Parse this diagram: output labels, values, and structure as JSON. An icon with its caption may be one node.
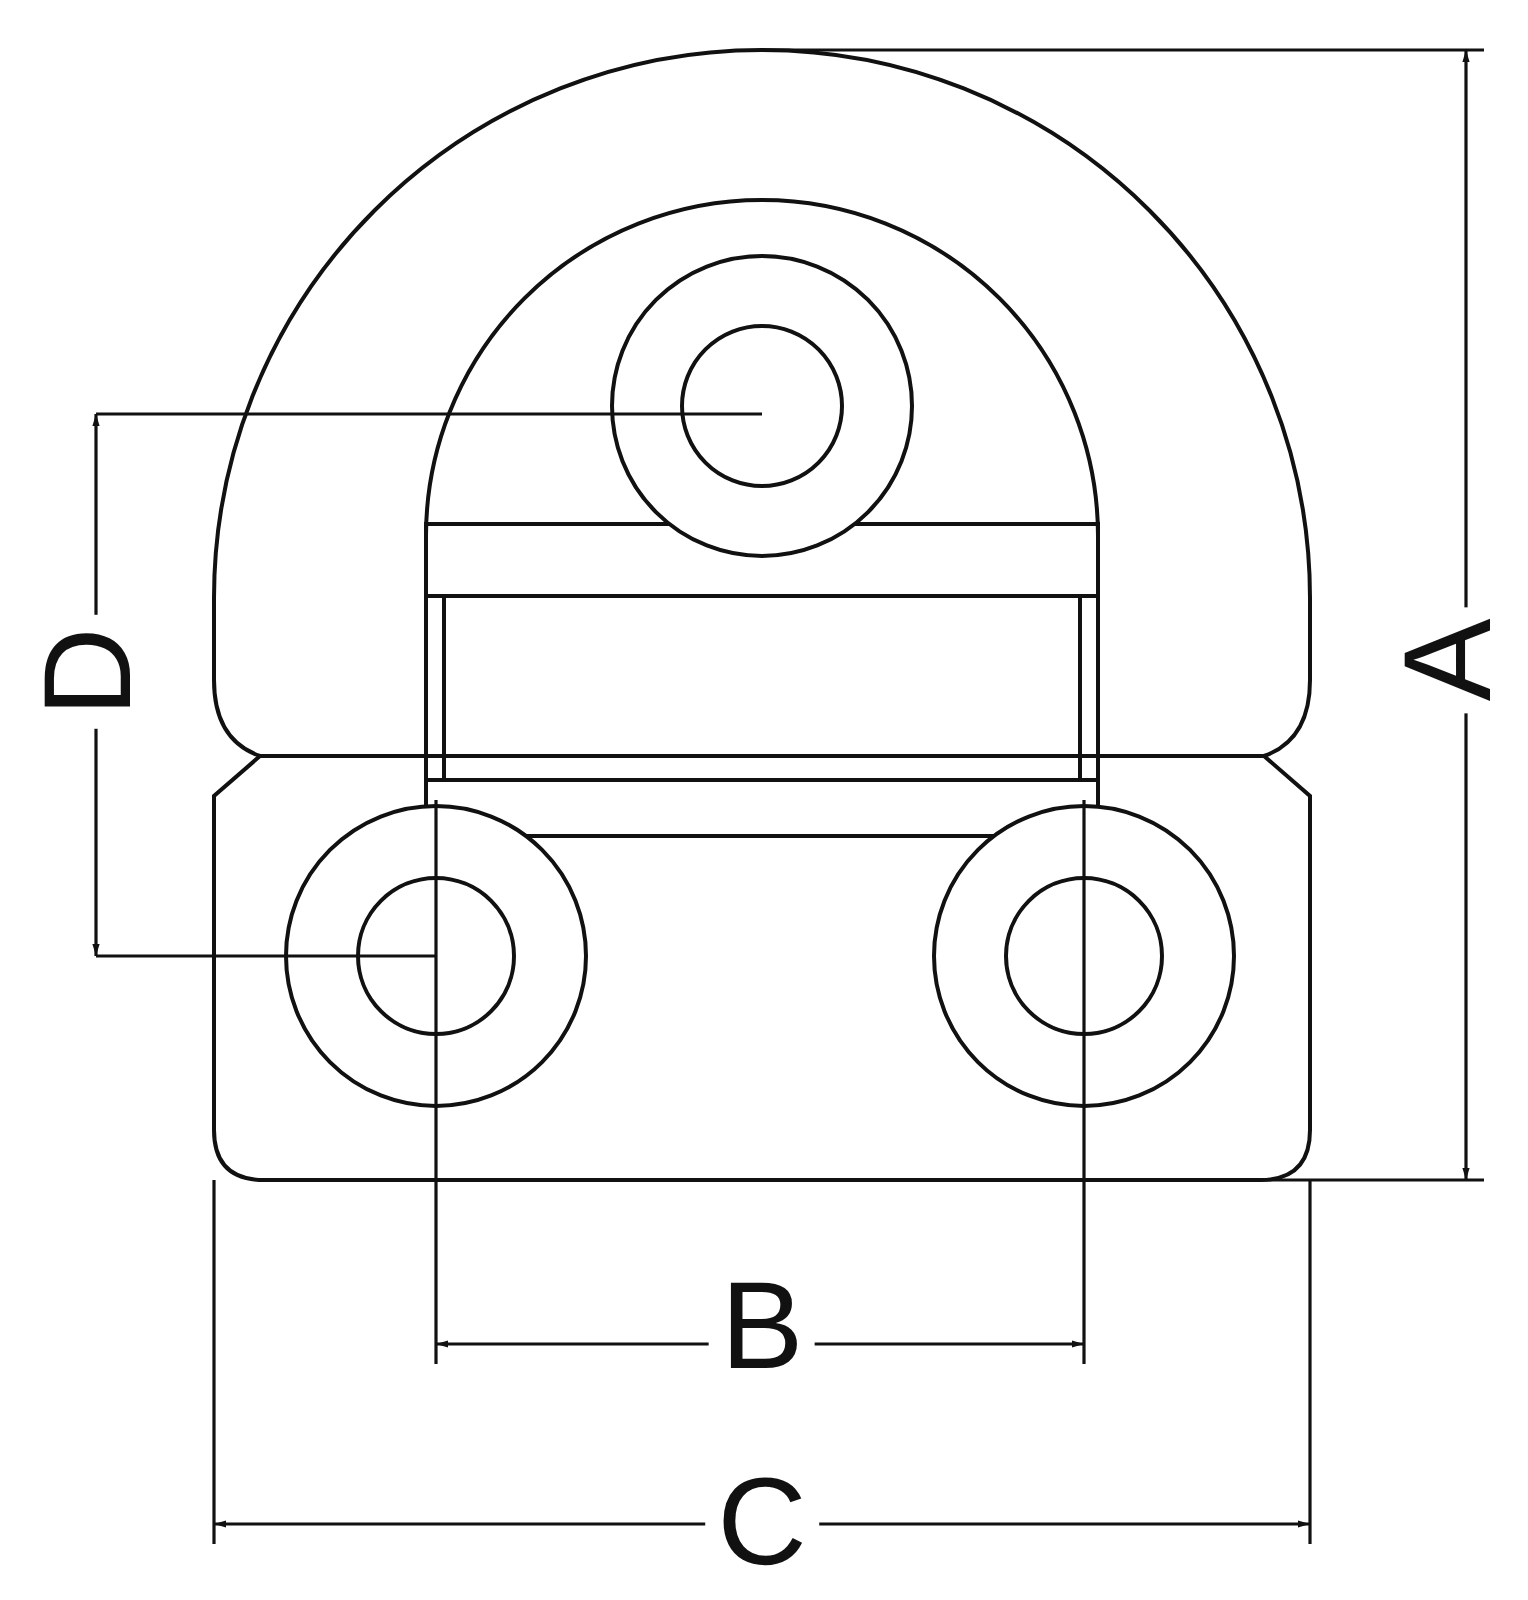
{
  "diagram": {
    "labels": [
      "D",
      "A",
      "B",
      "C"
    ]
  }
}
